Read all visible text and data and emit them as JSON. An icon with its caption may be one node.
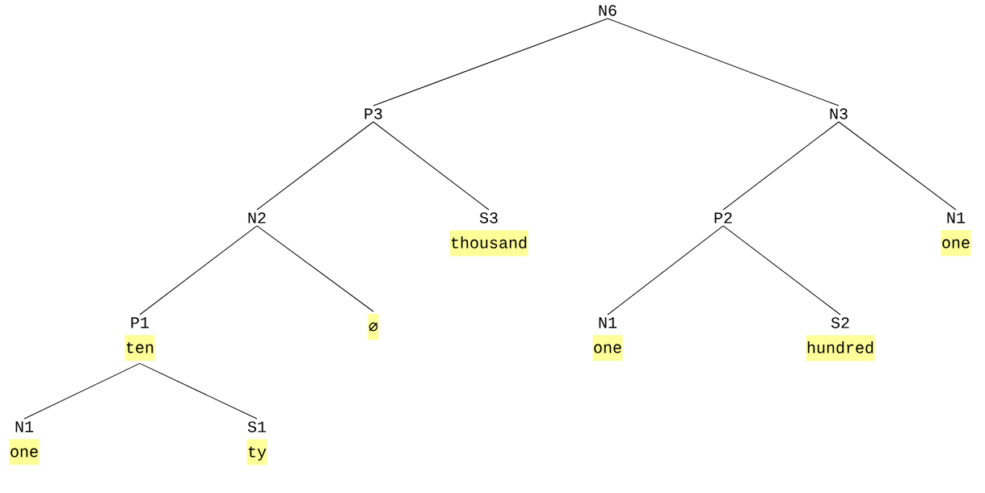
{
  "diagram": {
    "nodes": [
      {
        "text": [
          "N6"
        ]
      },
      {
        "text": [
          "P3"
        ]
      },
      {
        "text": [
          "N3"
        ]
      },
      {
        "text": [
          "N2"
        ]
      },
      {
        "text": [
          "S3",
          "thousand"
        ]
      },
      {
        "text": [
          "P2"
        ]
      },
      {
        "text": [
          "N1",
          "one"
        ]
      },
      {
        "text": [
          "P1",
          "ten"
        ]
      },
      {
        "text": [
          "∅"
        ]
      },
      {
        "text": [
          "N1",
          "one"
        ]
      },
      {
        "text": [
          "S2",
          "hundred"
        ]
      },
      {
        "text": [
          "N1",
          "one"
        ]
      },
      {
        "text": [
          "S1",
          "ty"
        ]
      }
    ],
    "edges": [
      {
        "from": 0,
        "to": 1,
        "arrow": "none"
      },
      {
        "from": 0,
        "to": 2,
        "arrow": "none"
      },
      {
        "from": 1,
        "to": 3,
        "arrow": "none"
      },
      {
        "from": 1,
        "to": 4,
        "arrow": "none"
      },
      {
        "from": 2,
        "to": 5,
        "arrow": "none"
      },
      {
        "from": 2,
        "to": 6,
        "arrow": "none"
      },
      {
        "from": 3,
        "to": 7,
        "arrow": "none"
      },
      {
        "from": 3,
        "to": 8,
        "arrow": "none"
      },
      {
        "from": 5,
        "to": 9,
        "arrow": "none"
      },
      {
        "from": 5,
        "to": 10,
        "arrow": "none"
      },
      {
        "from": 7,
        "to": 11,
        "arrow": "none"
      },
      {
        "from": 7,
        "to": 12,
        "arrow": "none"
      }
    ]
  }
}
